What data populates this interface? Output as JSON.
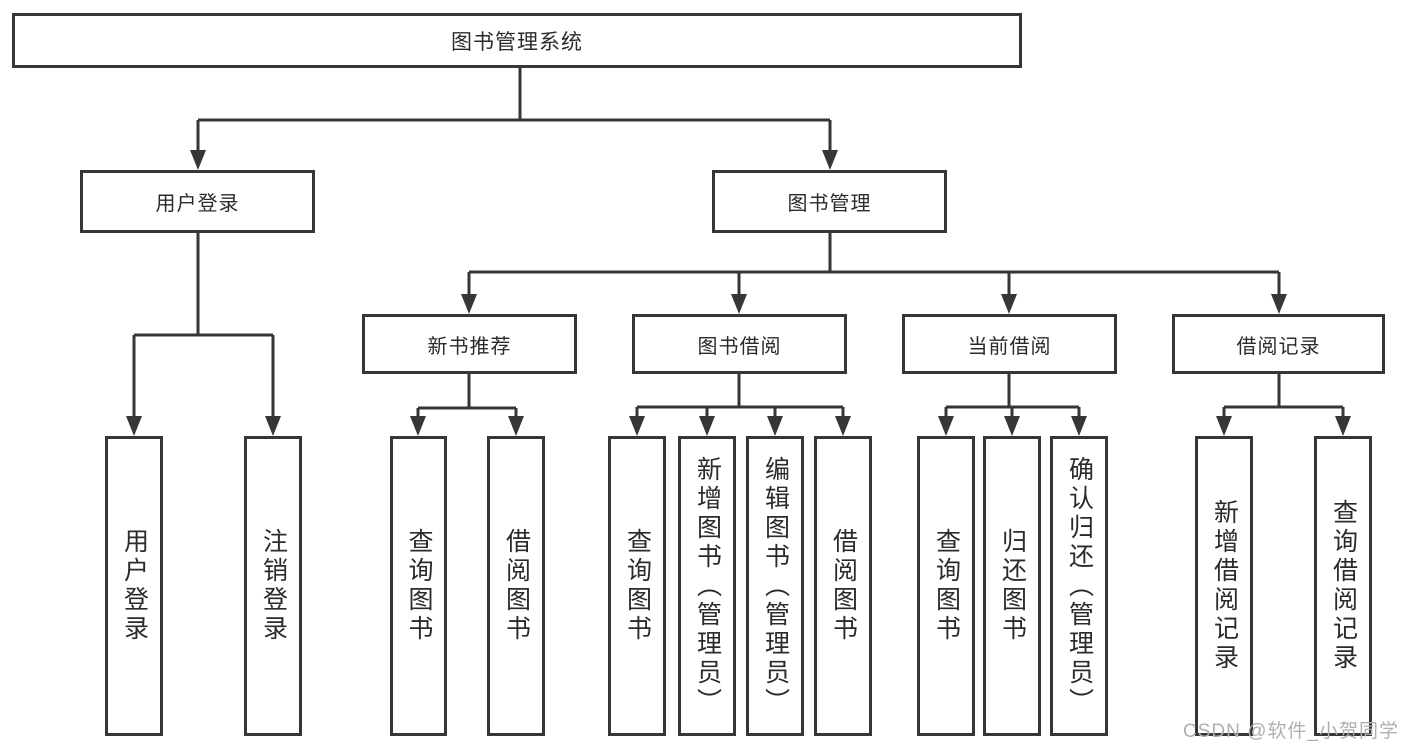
{
  "diagram": {
    "root": "图书管理系统",
    "level2": {
      "user_login": "用户登录",
      "book_management": "图书管理"
    },
    "level3": {
      "new_book_rec": "新书推荐",
      "book_borrow": "图书借阅",
      "current_borrow": "当前借阅",
      "borrow_records": "借阅记录"
    },
    "leaves": {
      "login_1": "用户登录",
      "login_2": "注销登录",
      "rec_1": "查询图书",
      "rec_2": "借阅图书",
      "borrow_1": "查询图书",
      "borrow_2": "新增图书（管理员）",
      "borrow_3": "编辑图书（管理员）",
      "borrow_4": "借阅图书",
      "current_1": "查询图书",
      "current_2": "归还图书",
      "current_3": "确认归还（管理员）",
      "records_1": "新增借阅记录",
      "records_2": "查询借阅记录"
    }
  },
  "watermark": "CSDN @软件_小贺同学",
  "colors": {
    "line": "#363636",
    "text": "#2b2b2b",
    "watermark": "#b3aeab",
    "background": "#ffffff"
  }
}
